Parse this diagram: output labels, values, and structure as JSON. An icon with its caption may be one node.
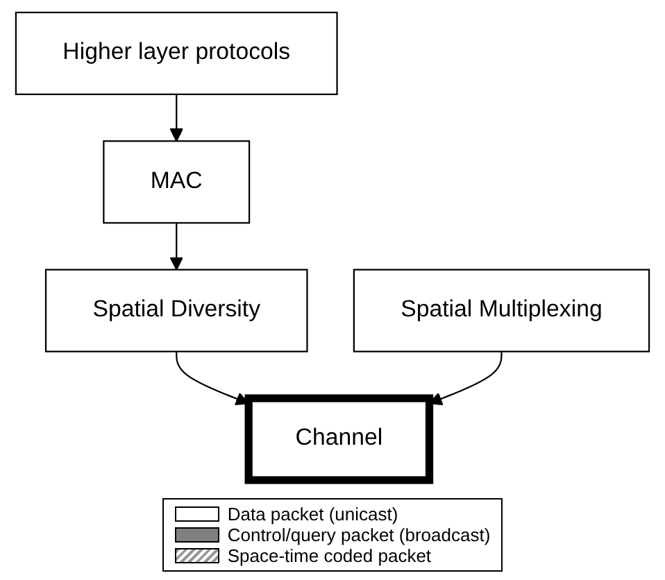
{
  "diagram": {
    "nodes": [
      {
        "text": [
          "Higher layer protocols"
        ]
      },
      {
        "text": [
          "MAC"
        ]
      },
      {
        "text": [
          "Spatial Diversity"
        ]
      },
      {
        "text": [
          "Spatial Multiplexing"
        ]
      },
      {
        "text": [
          "Channel"
        ]
      }
    ],
    "edges": [
      {
        "from": 0,
        "to": 1,
        "arrow": "to"
      },
      {
        "from": 1,
        "to": 2,
        "arrow": "to"
      },
      {
        "from": 2,
        "to": 4,
        "arrow": "to"
      },
      {
        "from": 3,
        "to": 4,
        "arrow": "to"
      }
    ],
    "legend": [
      {
        "text": "Data packet (unicast)",
        "color": "#ffffff"
      },
      {
        "text": "Control/query packet (broadcast)",
        "color": "#808080"
      },
      {
        "text": "Space-time coded packet"
      }
    ]
  }
}
